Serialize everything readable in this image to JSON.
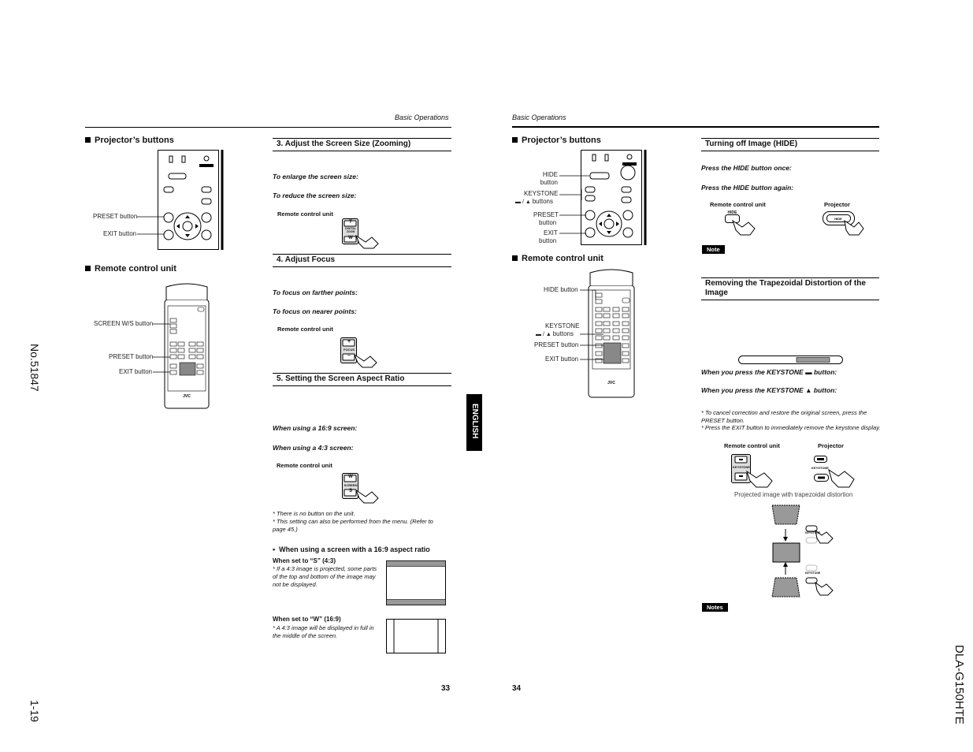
{
  "side": {
    "doc_number": "No.51847",
    "page_code": "1-19",
    "model": "DLA-G150HTE",
    "language_tab": "ENGLISH"
  },
  "left_page": {
    "header": "Basic Operations",
    "page_number": "33",
    "projector_buttons": {
      "heading": "Projector’s buttons",
      "labels": [
        "PRESET button",
        "EXIT button"
      ]
    },
    "remote_unit": {
      "heading": "Remote control unit",
      "labels": [
        "SCREEN W/S button",
        "PRESET button",
        "EXIT button"
      ]
    },
    "zoom": {
      "title": "3. Adjust the Screen Size (Zooming)",
      "enlarge": "To enlarge the screen size:",
      "reduce": "To reduce the screen size:",
      "remote_label": "Remote control unit",
      "keys": [
        "T",
        "DIGITAL ZOOM",
        "W"
      ]
    },
    "focus": {
      "title": "4. Adjust Focus",
      "farther": "To focus on farther points:",
      "nearer": "To focus on nearer points:",
      "remote_label": "Remote control unit",
      "keys": [
        "+",
        "FOCUS",
        "–"
      ]
    },
    "aspect": {
      "title": "5. Setting the Screen Aspect Ratio",
      "using_169": "When using a 16:9 screen:",
      "using_43": "When using a 4:3 screen:",
      "remote_label": "Remote control unit",
      "keys": [
        "W",
        "SCREEN",
        "S"
      ],
      "note1": "* There is no button on the unit.",
      "note2": "* This setting can also be performed from the menu. (Refer to page 45.)",
      "sub_heading": "When using a screen with a 16:9 aspect ratio",
      "s_title": "When set to “S” (4:3)",
      "s_note": "* If a 4:3 image is projected, some parts of the top and bottom of the image may not be displayed.",
      "w_title": "When set to “W” (16:9)",
      "w_note": "* A 4:3 image will be displayed in full in the middle of the screen."
    }
  },
  "right_page": {
    "header": "Basic Operations",
    "page_number": "34",
    "projector_buttons": {
      "heading": "Projector’s buttons",
      "hide_l1": "HIDE",
      "hide_l2": "button",
      "key_l1": "KEYSTONE",
      "key_l2": "buttons",
      "preset_l1": "PRESET",
      "preset_l2": "button",
      "exit_l1": "EXIT",
      "exit_l2": "button"
    },
    "remote_unit": {
      "heading": "Remote control unit",
      "hide": "HIDE button",
      "key_l1": "KEYSTONE",
      "key_l2": "buttons",
      "preset": "PRESET button",
      "exit": "EXIT button"
    },
    "hide": {
      "title": "Turning off Image (HIDE)",
      "once": "Press the HIDE button once:",
      "again": "Press the HIDE button again:",
      "remote_label": "Remote control unit",
      "projector_label": "Projector",
      "key": "HIDE",
      "note_badge": "Note"
    },
    "keystone": {
      "title": "Removing the Trapezoidal Distortion of the Image",
      "press_down": "When you press the KEYSTONE",
      "press_up": "When you press the KEYSTONE",
      "button_word": "button:",
      "note1": "* To cancel correction and restore the original screen, press the PRESET button.",
      "note2": "* Press the EXIT button to immediately remove the keystone display.",
      "remote_label": "Remote control unit",
      "projector_label": "Projector",
      "key": "KEYSTONE",
      "caption": "Projected image with trapezoidal distortion",
      "notes_badge": "Notes"
    }
  }
}
